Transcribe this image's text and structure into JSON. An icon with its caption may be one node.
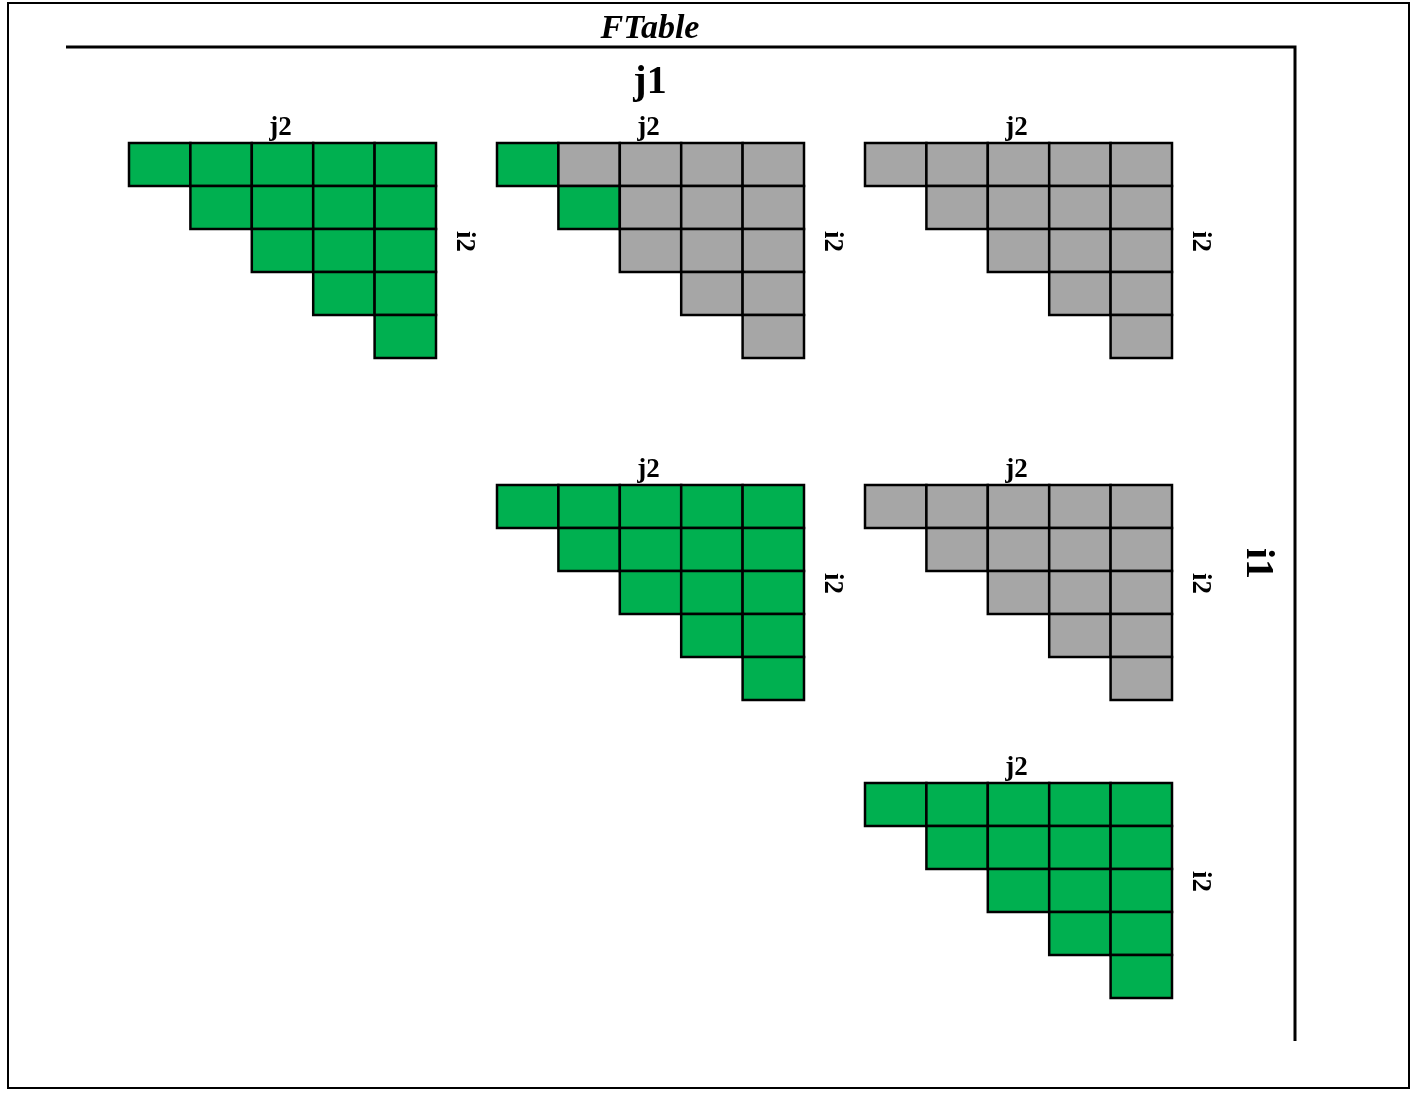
{
  "diagram": {
    "title": "FTable",
    "nodes": [
      {
        "text": [
          "j2",
          "i2"
        ]
      },
      {
        "text": [
          "j2",
          "i2"
        ]
      },
      {
        "text": [
          "j2",
          "i2"
        ]
      },
      {
        "text": [
          "j2",
          "i2"
        ]
      },
      {
        "text": [
          "j2",
          "i2"
        ]
      },
      {
        "text": [
          "j2",
          "i2"
        ]
      }
    ],
    "labels": [
      "j1",
      "i1"
    ]
  }
}
